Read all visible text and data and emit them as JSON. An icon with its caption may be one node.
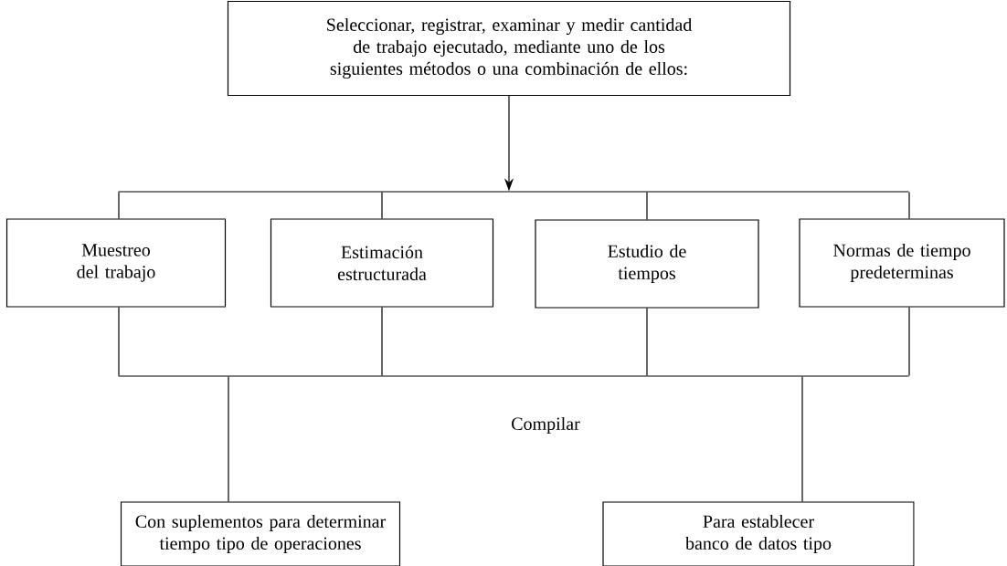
{
  "diagram": {
    "nodes": [
      {
        "text": [
          "Seleccionar, registrar, examinar y medir cantidad de trabajo ejecutado, mediante uno de los siguientes métodos o una combinación de ellos:"
        ]
      },
      {
        "text": [],
        "shape": "bar"
      },
      {
        "text": [
          "Muestreo del trabajo"
        ]
      },
      {
        "text": [
          "Estimación estructurada"
        ]
      },
      {
        "text": [
          "Estudio de tiempos"
        ]
      },
      {
        "text": [
          "Normas de tiempo predeterminas"
        ]
      },
      {
        "text": [],
        "shape": "bar"
      },
      {
        "text": [
          "Con suplementos para determinar tiempo tipo de operaciones"
        ]
      },
      {
        "text": [
          "Para establecer banco de datos tipo"
        ]
      }
    ],
    "edges": [
      {
        "from": 0,
        "to": 1,
        "arrow": "to"
      },
      {
        "from": 1,
        "to": 2,
        "arrow": "none"
      },
      {
        "from": 1,
        "to": 3,
        "arrow": "none"
      },
      {
        "from": 1,
        "to": 4,
        "arrow": "none"
      },
      {
        "from": 1,
        "to": 5,
        "arrow": "none"
      },
      {
        "from": 2,
        "to": 6,
        "arrow": "none"
      },
      {
        "from": 3,
        "to": 6,
        "arrow": "none"
      },
      {
        "from": 4,
        "to": 6,
        "arrow": "none"
      },
      {
        "from": 5,
        "to": 6,
        "arrow": "none"
      },
      {
        "from": 6,
        "to": 7,
        "arrow": "none"
      },
      {
        "from": 6,
        "to": 8,
        "arrow": "none"
      }
    ],
    "labels": [
      "Compilar"
    ]
  }
}
